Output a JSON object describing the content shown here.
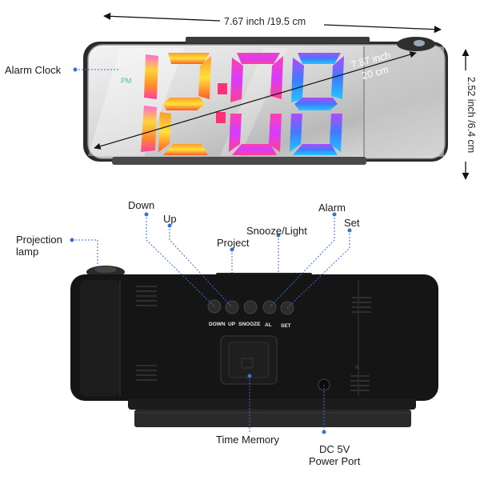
{
  "dimensions": {
    "width": "7.67 inch /19.5 cm",
    "height": "2.52 inch /6.4 cm",
    "diagonal_inch": "7.87 inch",
    "diagonal_cm": "20 cm"
  },
  "display": {
    "time": "12:08",
    "am_pm": "PM",
    "digit_colors": [
      "#ff4fd0",
      "#ffd43a",
      "#ff3fb0",
      "#3f7bff"
    ]
  },
  "front_labels": {
    "alarm_clock": "Alarm Clock"
  },
  "back_labels": {
    "down": "Down",
    "up": "Up",
    "project": "Project",
    "snooze_light": "Snooze/Light",
    "alarm": "Alarm",
    "set": "Set",
    "projection_lamp": "Projection\nlamp",
    "time_memory": "Time Memory",
    "power_port": "DC 5V\nPower Port"
  },
  "button_labels": [
    "DOWN",
    "UP",
    "SNOOZE",
    "AL",
    "SET"
  ],
  "colors": {
    "leader": "#3b6fd8",
    "body": "#141414",
    "frame": "#7a7a7a"
  }
}
